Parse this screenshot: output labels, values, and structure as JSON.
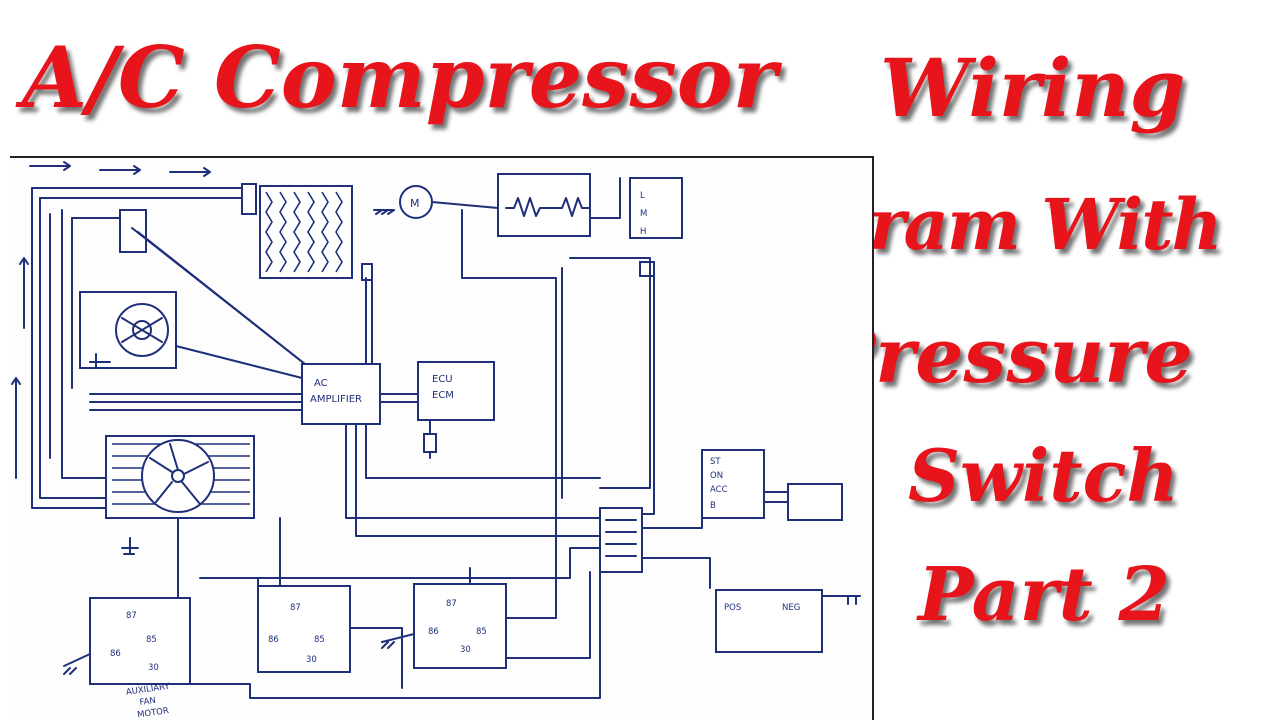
{
  "title": {
    "line1": "A/C Compressor",
    "line2": "Wiring",
    "line3": "Diagram With",
    "line4": "Pressure",
    "line5": "Switch",
    "line6": "Part 2"
  },
  "colors": {
    "title_red": "#e8141b",
    "ink_blue": "#1f2f7a",
    "paper": "#fdfdfd"
  },
  "diagram": {
    "motor_label": "M",
    "ac_amplifier": [
      "AC",
      "AMPLIFIER"
    ],
    "ecu": [
      "ECU",
      "ECM"
    ],
    "ignition_switch": [
      "ST",
      "ON",
      "ACC",
      "B"
    ],
    "battery": {
      "pos": "POS",
      "neg": "NEG"
    },
    "relay_pins": {
      "p87": "87",
      "p85": "85",
      "p86": "86",
      "p30": "30"
    },
    "auxiliary_fan_label": [
      "AUXILIARY",
      "FAN",
      "MOTOR"
    ]
  }
}
